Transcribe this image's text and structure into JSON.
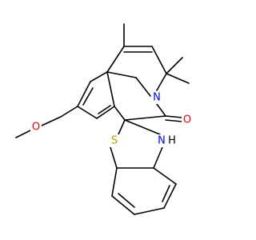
{
  "molecule": {
    "atom_labels": {
      "oxygen_methoxy": "O",
      "oxygen_carbonyl": "O",
      "nitrogen_ring": "N",
      "sulfur": "S",
      "nitrogen_amine": "N",
      "hydrogen_amine": "H"
    },
    "colors": {
      "bond": "#000000",
      "oxygen": "#ff0000",
      "nitrogen": "#0000ff",
      "sulfur": "#b8a000",
      "carbon_hydrogen": "#000000"
    }
  }
}
